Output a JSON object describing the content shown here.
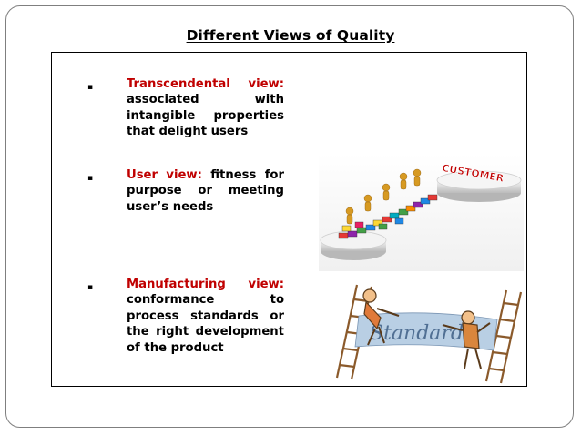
{
  "slide": {
    "title": "Different Views of Quality",
    "items": [
      {
        "bullet": "▪",
        "heading": "Transcendental view:",
        "body": "associated with intangible properties that delight users"
      },
      {
        "bullet": "▪",
        "heading": "User view:",
        "body": "fitness for purpose or meeting user’s needs"
      },
      {
        "bullet": "▪",
        "heading": "Manufacturing view:",
        "body": "conformance to process standards or the right development of the product"
      }
    ],
    "illustrations": {
      "customer": {
        "label": "CUSTOMER",
        "icon": "puzzle-people-to-customer-illustration"
      },
      "standards": {
        "label": "Standards",
        "icon": "people-on-ladders-standards-illustration"
      }
    }
  },
  "colors": {
    "heading_red": "#c00000",
    "text": "#000000",
    "frame": "#7f7f7f",
    "customer_label": "#c00000"
  }
}
